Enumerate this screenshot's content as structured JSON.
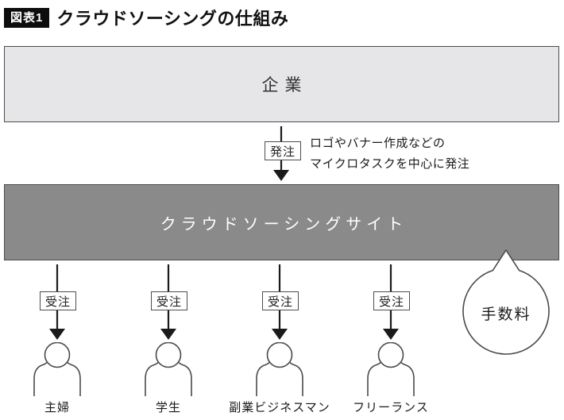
{
  "header": {
    "badge": "図表1",
    "title": "クラウドソーシングの仕組み"
  },
  "diagram": {
    "company_box": {
      "label": "企業"
    },
    "order": {
      "label": "発注",
      "note_line1": "ロゴやバナー作成などの",
      "note_line2": "マイクロタスクを中心に発注"
    },
    "site_box": {
      "label": "クラウドソーシングサイト"
    },
    "receive_label": "受注",
    "workers": [
      {
        "label": "主婦"
      },
      {
        "label": "学生"
      },
      {
        "label": "副業ビジネスマン"
      },
      {
        "label": "フリーランス"
      }
    ],
    "fee_bubble": {
      "label": "手数料"
    }
  },
  "colors": {
    "light_box_fill": "#e6e6e8",
    "dark_box_fill": "#8a8a8a",
    "box_border": "#4d4d4d",
    "badge_bg": "#0d0d0d",
    "arrow": "#1a1a1a",
    "text": "#1a1a1a"
  }
}
